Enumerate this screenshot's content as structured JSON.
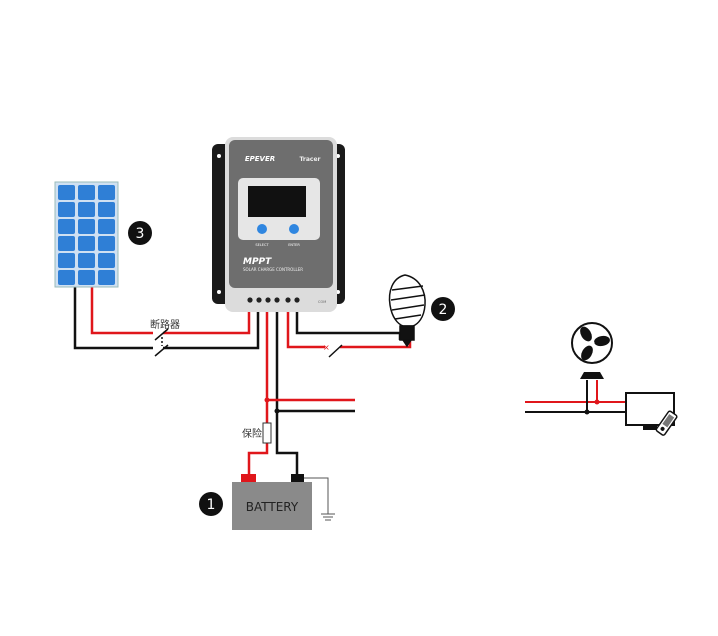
{
  "controller": {
    "brand": "EPEVER",
    "model": "Tracer",
    "type": "MPPT",
    "subtitle": "SOLAR CHARGE CONTROLLER",
    "button_select": "SELECT",
    "button_enter": "ENTER",
    "com_label": "COM"
  },
  "labels": {
    "breaker": "断路器",
    "fuse": "保险",
    "battery": "BATTERY",
    "marker_battery": "1",
    "marker_load": "2",
    "marker_panel": "3"
  },
  "colors": {
    "positive_wire": "#e0161b",
    "negative_wire": "#111111",
    "panel_cell": "#2f7fd6",
    "battery_body": "#8a8a8a",
    "controller_body": "#6e6e6e"
  }
}
